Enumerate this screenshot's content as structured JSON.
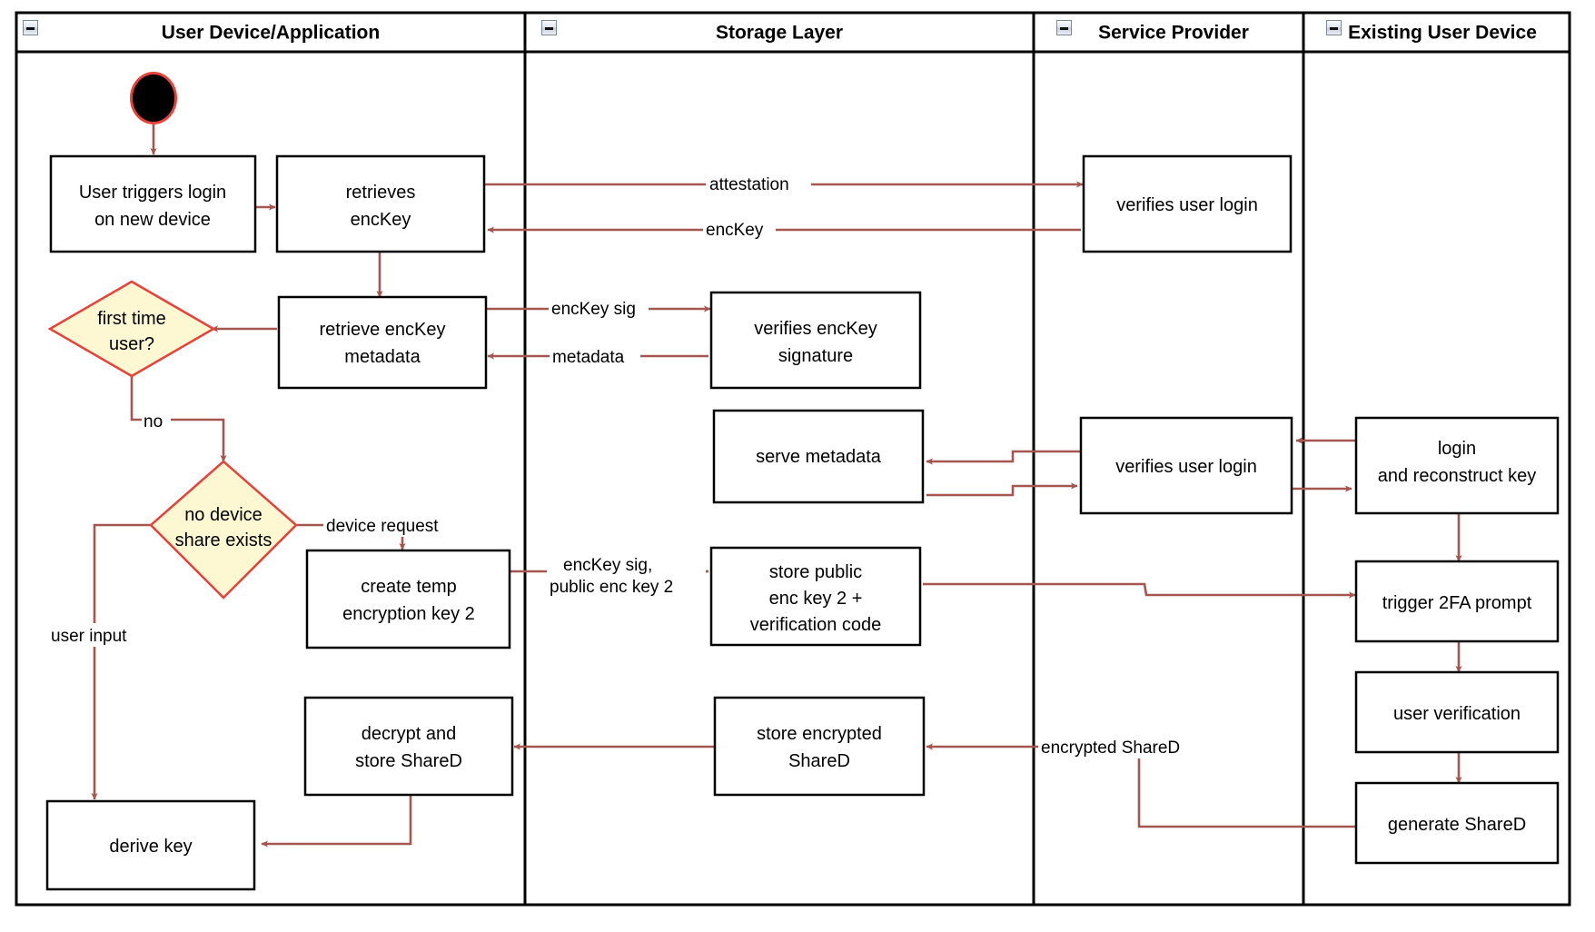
{
  "diagram": {
    "type": "uml-activity-swimlane",
    "title": "Key recovery / new device login flow",
    "colors": {
      "edge": "#a4564f",
      "decision_fill": "#fdf8d2",
      "decision_stroke": "#e8413a",
      "node_stroke": "#000000",
      "node_fill": "#ffffff",
      "lane_stroke": "#000000",
      "start_node_outline": "#e8413a",
      "start_node_fill": "#000000",
      "background": "#ffffff"
    }
  },
  "lanes": [
    {
      "id": "lane-user-device",
      "title": "User Device/Application",
      "collapse_icon": "collapse-minus-icon"
    },
    {
      "id": "lane-storage",
      "title": "Storage Layer",
      "collapse_icon": "collapse-minus-icon"
    },
    {
      "id": "lane-service-provider",
      "title": "Service Provider",
      "collapse_icon": "collapse-minus-icon"
    },
    {
      "id": "lane-existing-device",
      "title": "Existing User Device",
      "collapse_icon": "collapse-minus-icon"
    }
  ],
  "nodes": [
    {
      "id": "start",
      "kind": "start",
      "lane": "lane-user-device",
      "label": ""
    },
    {
      "id": "n-user-triggers-login",
      "kind": "activity",
      "lane": "lane-user-device",
      "lines": [
        "User triggers login",
        "on new device"
      ]
    },
    {
      "id": "n-retrieves-enckey",
      "kind": "activity",
      "lane": "lane-user-device",
      "lines": [
        "retrieves",
        "encKey"
      ]
    },
    {
      "id": "n-retrieve-enckey-metadata",
      "kind": "activity",
      "lane": "lane-user-device",
      "lines": [
        "retrieve encKey",
        "metadata"
      ]
    },
    {
      "id": "d-first-time-user",
      "kind": "decision",
      "lane": "lane-user-device",
      "lines": [
        "first time",
        "user?"
      ]
    },
    {
      "id": "d-no-device-share",
      "kind": "decision",
      "lane": "lane-user-device",
      "lines": [
        "no device",
        "share exists"
      ]
    },
    {
      "id": "n-create-temp-key",
      "kind": "activity",
      "lane": "lane-user-device",
      "lines": [
        "create temp",
        "encryption key 2"
      ]
    },
    {
      "id": "n-decrypt-store-shared",
      "kind": "activity",
      "lane": "lane-user-device",
      "lines": [
        "decrypt and",
        "store ShareD"
      ]
    },
    {
      "id": "n-derive-key",
      "kind": "activity",
      "lane": "lane-user-device",
      "lines": [
        "derive key"
      ]
    },
    {
      "id": "n-verifies-enckey-sig",
      "kind": "activity",
      "lane": "lane-storage",
      "lines": [
        "verifies encKey",
        "signature"
      ]
    },
    {
      "id": "n-serve-metadata",
      "kind": "activity",
      "lane": "lane-storage",
      "lines": [
        "serve metadata"
      ]
    },
    {
      "id": "n-store-public-key",
      "kind": "activity",
      "lane": "lane-storage",
      "lines": [
        "store public",
        "enc key 2 +",
        "verification code"
      ]
    },
    {
      "id": "n-store-encrypted-shared",
      "kind": "activity",
      "lane": "lane-storage",
      "lines": [
        "store encrypted",
        "ShareD"
      ]
    },
    {
      "id": "n-verifies-user-login-1",
      "kind": "activity",
      "lane": "lane-service-provider",
      "lines": [
        "verifies user login"
      ]
    },
    {
      "id": "n-verifies-user-login-2",
      "kind": "activity",
      "lane": "lane-service-provider",
      "lines": [
        "verifies user login"
      ]
    },
    {
      "id": "n-login-reconstruct",
      "kind": "activity",
      "lane": "lane-existing-device",
      "lines": [
        "login",
        "and reconstruct key"
      ]
    },
    {
      "id": "n-trigger-2fa",
      "kind": "activity",
      "lane": "lane-existing-device",
      "lines": [
        "trigger 2FA prompt"
      ]
    },
    {
      "id": "n-user-verification",
      "kind": "activity",
      "lane": "lane-existing-device",
      "lines": [
        "user verification"
      ]
    },
    {
      "id": "n-generate-shared",
      "kind": "activity",
      "lane": "lane-existing-device",
      "lines": [
        "generate ShareD"
      ]
    }
  ],
  "edge_labels": [
    {
      "id": "lbl-attestation",
      "text": "attestation"
    },
    {
      "id": "lbl-enckey",
      "text": "encKey"
    },
    {
      "id": "lbl-enckey-sig",
      "text": "encKey sig"
    },
    {
      "id": "lbl-metadata",
      "text": "metadata"
    },
    {
      "id": "lbl-no",
      "text": "no"
    },
    {
      "id": "lbl-device-request",
      "text": "device request"
    },
    {
      "id": "lbl-user-input",
      "text": "user input"
    },
    {
      "id": "lbl-enckey-sig-pubkey-1",
      "text": "encKey sig,"
    },
    {
      "id": "lbl-enckey-sig-pubkey-2",
      "text": "public enc key 2"
    },
    {
      "id": "lbl-encrypted-shared",
      "text": "encrypted ShareD"
    }
  ]
}
